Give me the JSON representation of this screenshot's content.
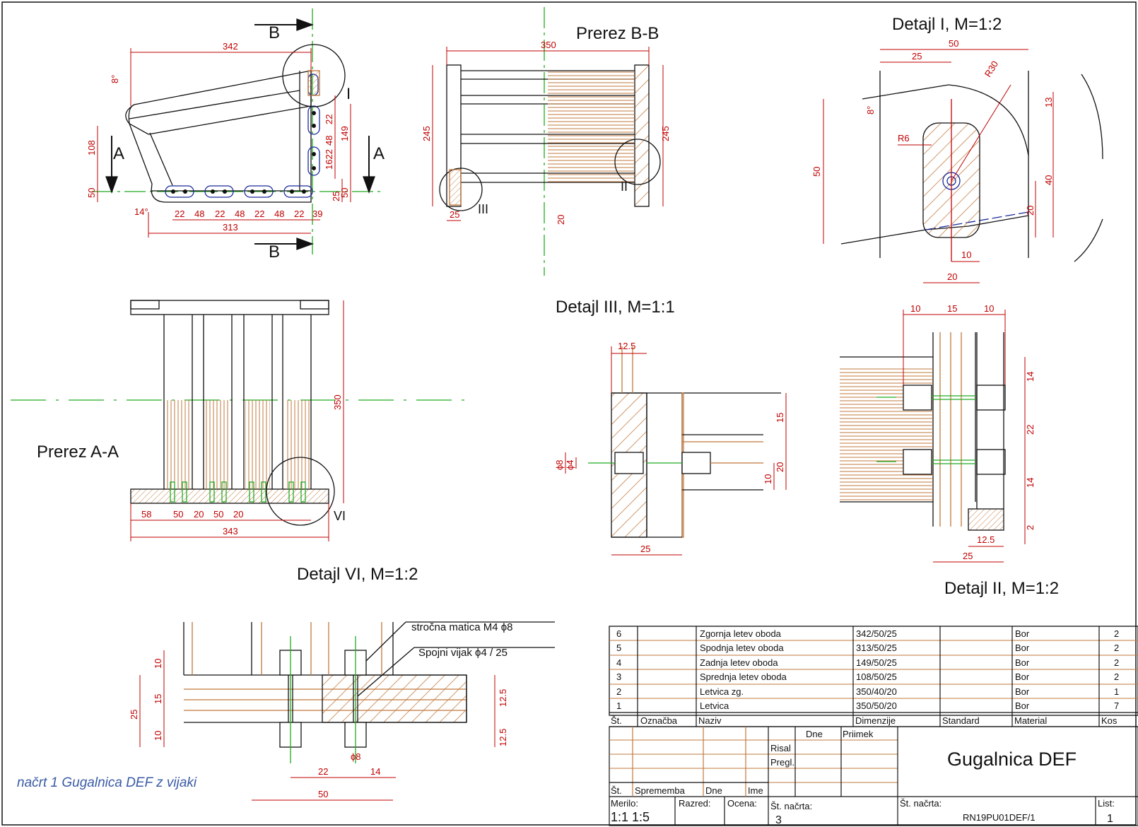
{
  "views": {
    "top": {
      "arrow_b": "B",
      "arrow_a": "A",
      "detail_mark": "I",
      "dims": {
        "d342": "342",
        "d8": "8°",
        "d108": "108",
        "d50": "50",
        "d14": "14°",
        "d22": "22",
        "d48": "48",
        "d39": "39",
        "d313": "313",
        "d149": "149",
        "d25": "25",
        "d1622": "1622"
      }
    },
    "section_bb": {
      "title": "Prerez B-B",
      "mark_ii": "II",
      "mark_iii": "III",
      "dims": {
        "d350": "350",
        "d245": "245",
        "d25": "25",
        "d20": "20"
      }
    },
    "detail_i": {
      "title": "Detajl  I,  M=1:2",
      "dims": {
        "d50": "50",
        "d25": "25",
        "r30": "R30",
        "r6": "R6",
        "d8": "8°",
        "d13": "13",
        "d40": "40",
        "d20": "20",
        "d10": "10"
      }
    },
    "section_aa": {
      "title": "Prerez A-A",
      "mark_vi": "VI",
      "dims": {
        "d350": "350",
        "d58": "58",
        "d50": "50",
        "d20": "20",
        "d343": "343"
      }
    },
    "detail_iii": {
      "title": "Detajl  III,  M=1:1",
      "dims": {
        "d125": "12.5",
        "d15": "15",
        "d20": "20",
        "d10": "10",
        "phi8": "ϕ8",
        "phi4": "ϕ4",
        "d25": "25"
      }
    },
    "detail_ii": {
      "title": "Detajl  II,  M=1:2",
      "dims": {
        "d10": "10",
        "d15": "15",
        "d14": "14",
        "d22": "22",
        "d2": "2",
        "d125": "12.5",
        "d25": "25"
      }
    },
    "detail_vi": {
      "title": "Detajl  VI,  M=1:2",
      "leader1": "stročna matica M4 ϕ8",
      "leader2": "Spojni vijak ϕ4 / 25",
      "dims": {
        "d10": "10",
        "d15": "15",
        "d25": "25",
        "d125": "12.5",
        "d22": "22",
        "d14": "14",
        "d50": "50",
        "phi8": "ϕ8"
      }
    }
  },
  "parts_list": {
    "headers": [
      "Št.",
      "Označba",
      "Naziv",
      "Dimenzije",
      "Standard",
      "Material",
      "Kos"
    ],
    "rows": [
      [
        "6",
        "",
        "Zgornja letev oboda",
        "342/50/25",
        "",
        "Bor",
        "2"
      ],
      [
        "5",
        "",
        "Spodnja letev oboda",
        "313/50/25",
        "",
        "Bor",
        "2"
      ],
      [
        "4",
        "",
        "Zadnja letev oboda",
        "149/50/25",
        "",
        "Bor",
        "2"
      ],
      [
        "3",
        "",
        "Sprednja letev oboda",
        "108/50/25",
        "",
        "Bor",
        "2"
      ],
      [
        "2",
        "",
        "Letvica  zg.",
        "350/40/20",
        "",
        "Bor",
        "1"
      ],
      [
        "1",
        "",
        "Letvica",
        "350/50/20",
        "",
        "Bor",
        "7"
      ]
    ]
  },
  "title_block": {
    "dne": "Dne",
    "priimek": "Priimek",
    "risal": "Risal",
    "pregl": "Pregl.",
    "st": "Št.",
    "sprememba": "Sprememba",
    "dne2": "Dne",
    "ime": "Ime",
    "merilo": "Merilo:",
    "merilo_val": "1:1  1:5",
    "razred": "Razred:",
    "ocena": "Ocena:",
    "st_nacrta": "Št. načrta:",
    "st_nacrta_val": "3",
    "st_nacrta2": "Št. načrta:",
    "drawing_no": "RN19PU01DEF/1",
    "list": "List:",
    "list_val": "1",
    "title": "Gugalnica DEF"
  },
  "caption": "načrt 1 Gugalnica DEF z vijaki",
  "colors": {
    "outline": "#111111",
    "dimension": "#c00000",
    "wood": "#c0783c",
    "center": "#22aa22",
    "fastener": "#1a2a9a"
  }
}
